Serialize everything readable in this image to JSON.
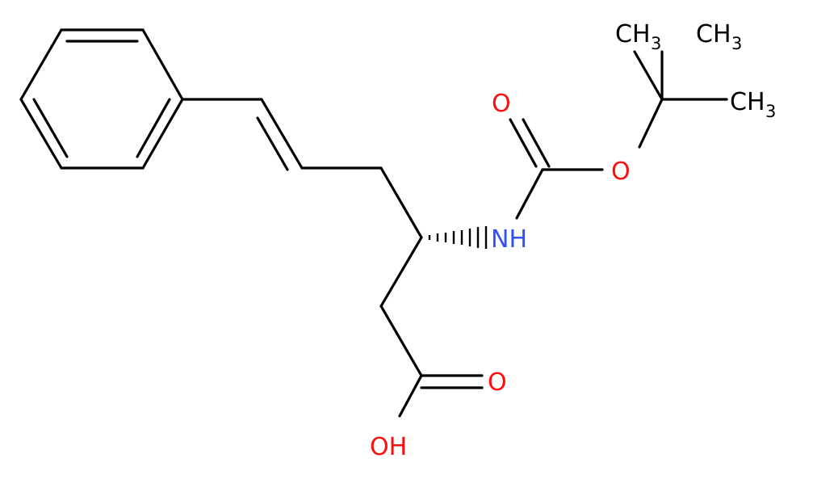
{
  "molecule": {
    "labels": {
      "ch3_top_left": {
        "main": "CH",
        "sub": "3"
      },
      "ch3_top_right": {
        "main": "CH",
        "sub": "3"
      },
      "ch3_right": {
        "main": "CH",
        "sub": "3"
      },
      "carbonyl_o_boc": "O",
      "ester_o": "O",
      "nh": "NH",
      "acid_o": "O",
      "acid_oh": "OH"
    },
    "colors": {
      "bond": "#000000",
      "oxygen": "#ff0d0d",
      "nitrogen": "#3050f8",
      "carbon": "#000000"
    }
  }
}
